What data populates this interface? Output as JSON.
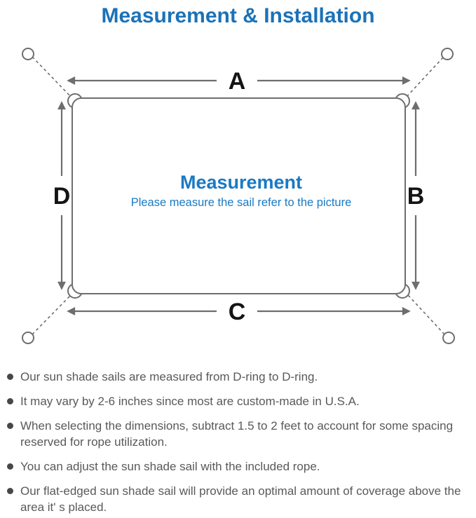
{
  "title": "Measurement & Installation",
  "diagram": {
    "labels": {
      "top": "A",
      "right": "B",
      "bottom": "C",
      "left": "D"
    },
    "center_title": "Measurement",
    "center_subtitle": "Please measure the sail refer to the picture"
  },
  "colors": {
    "title_blue": "#1b72b8",
    "center_blue": "#1a7ac4",
    "line_gray": "#6e6e6e",
    "note_text_gray": "#595959",
    "label_black": "#141414"
  },
  "notes": [
    "Our sun shade sails are measured from D-ring to D-ring.",
    "It may vary by 2-6 inches since most are custom-made in U.S.A.",
    "When selecting the dimensions, subtract 1.5 to 2 feet to account for some spacing reserved for rope utilization.",
    "You can adjust the sun shade sail with the included rope.",
    "Our flat-edged sun shade sail will provide an optimal amount of coverage above the area it' s placed."
  ]
}
